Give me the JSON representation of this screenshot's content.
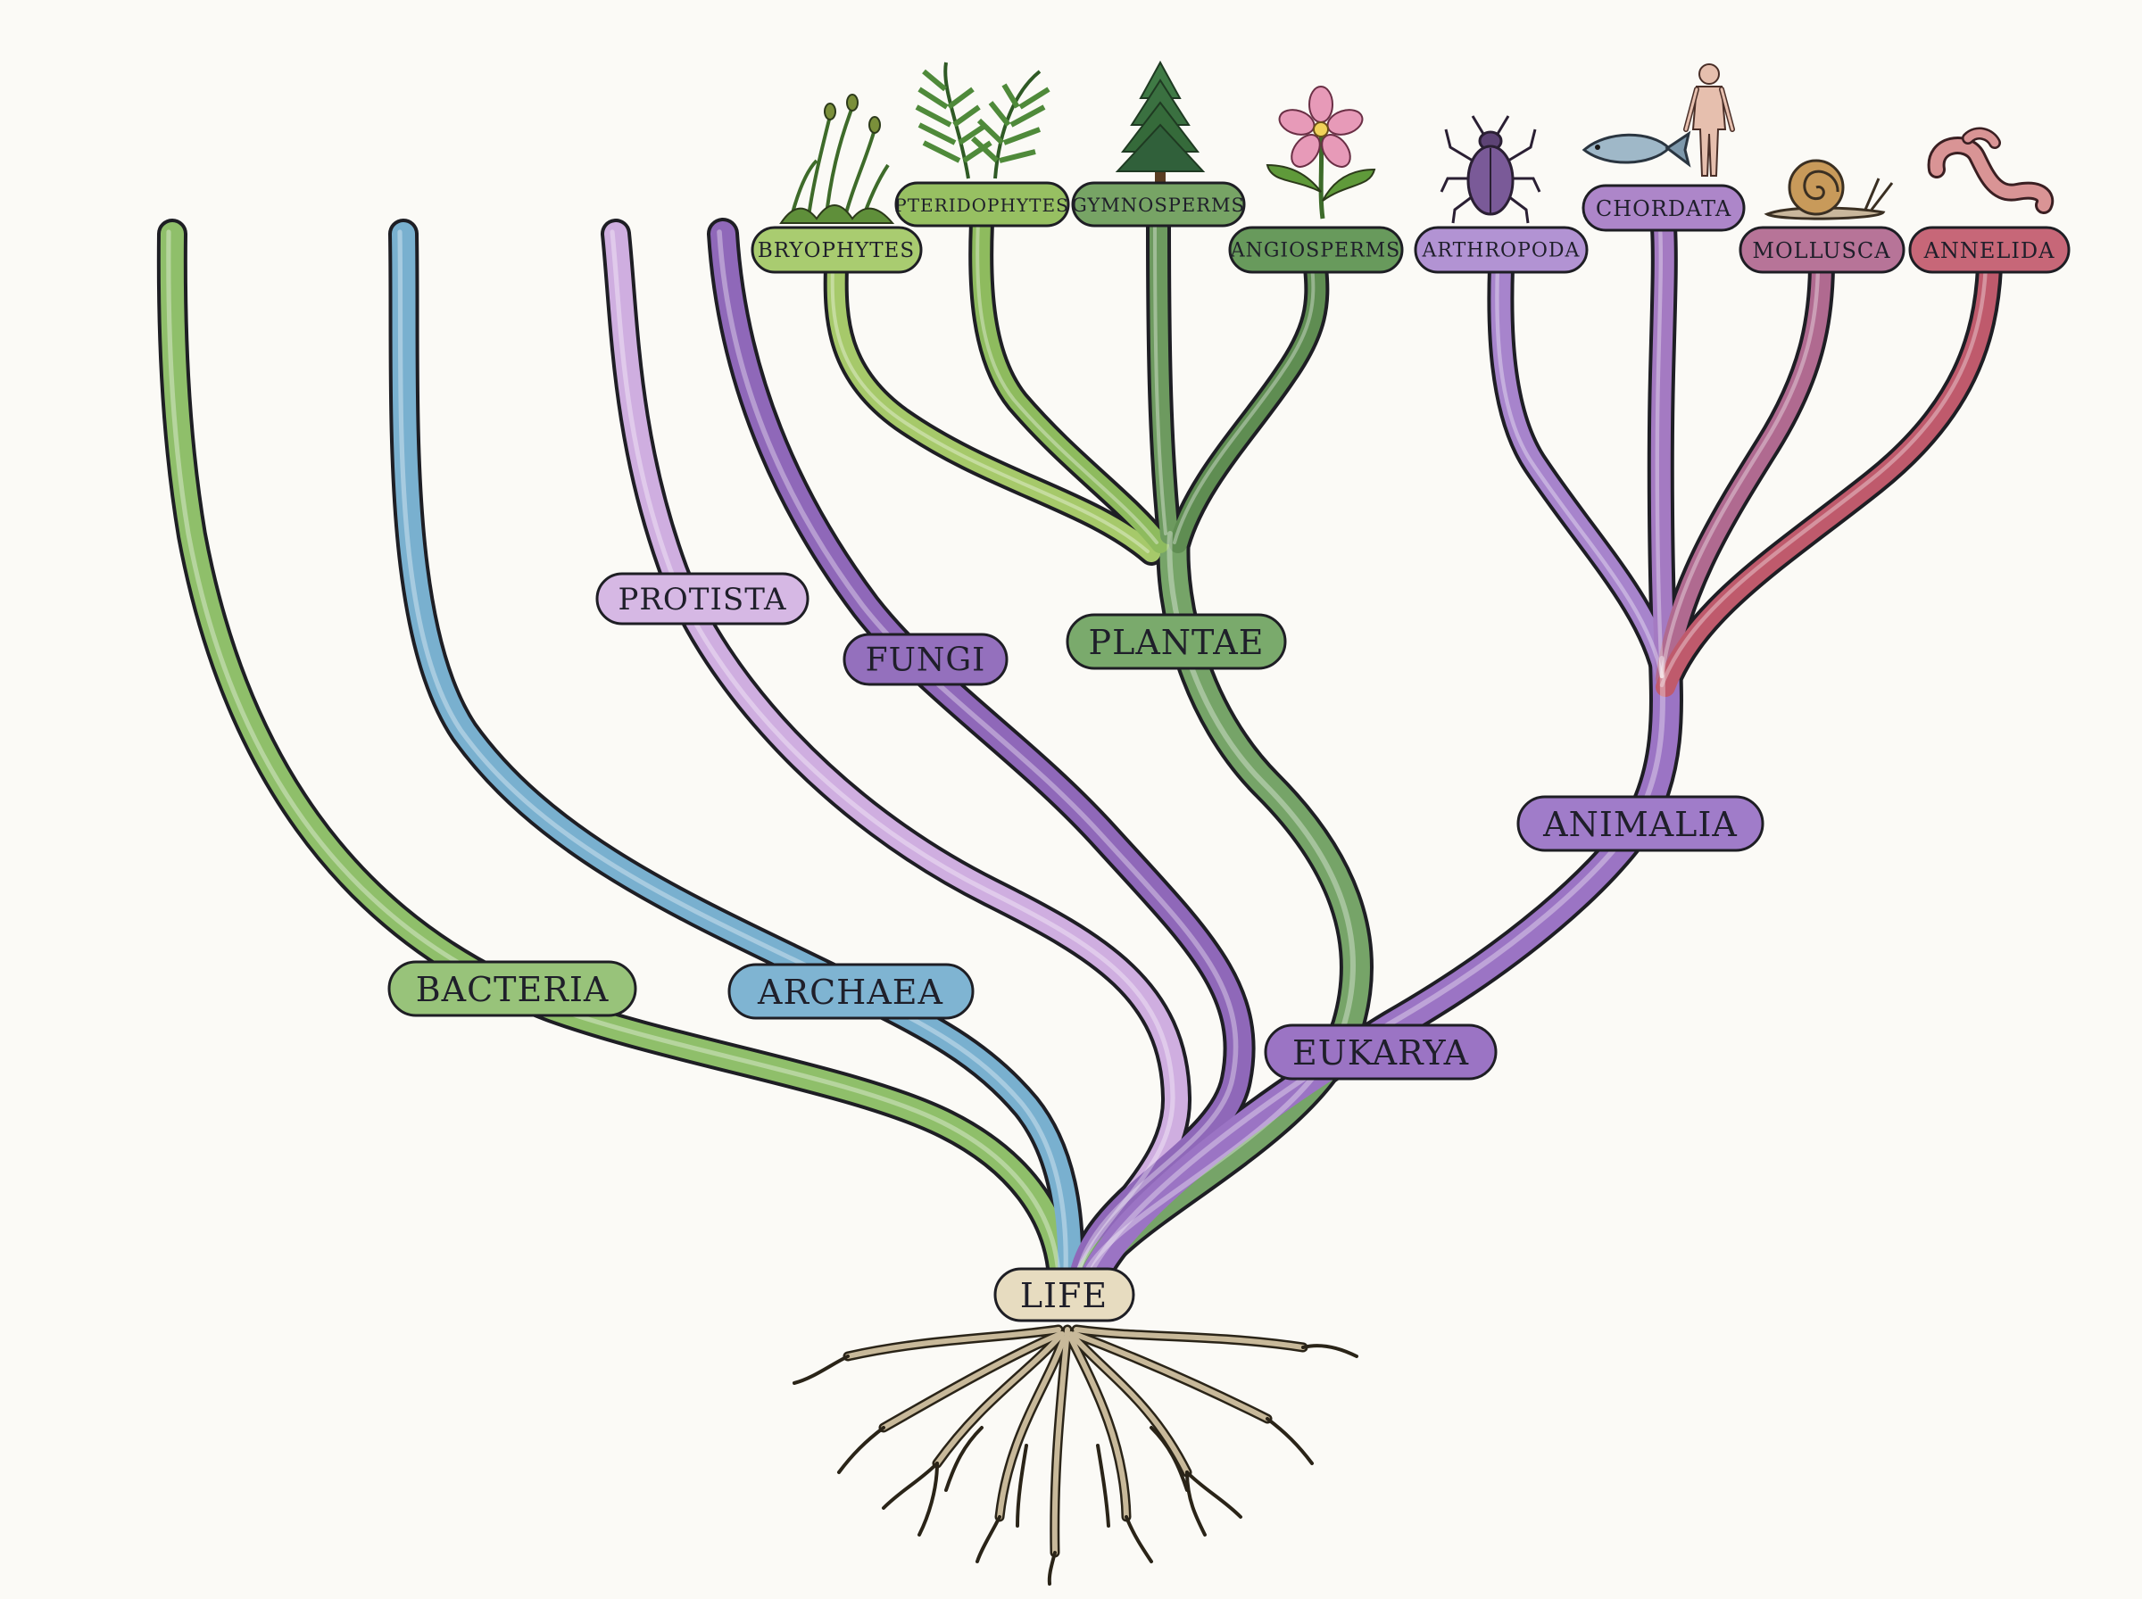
{
  "colors": {
    "bacteria": "#8fbf6a",
    "archaea": "#79b0cf",
    "protista": "#cfaee0",
    "fungi": "#8f68b9",
    "plantae": "#76a468",
    "bryophytes": "#a6c96a",
    "pteridophytes": "#8ebb5e",
    "gymnosperms": "#6d9a5f",
    "angiosperms": "#5f8d52",
    "animalia": "#9b74c4",
    "arthropoda": "#a784cc",
    "chordata": "#a47ac2",
    "mollusca": "#b06a90",
    "annelida": "#bf5a6c",
    "life": "#e7dcc0",
    "eukarya": "#9b74c4",
    "roots": "#c8b99a"
  },
  "nodes": {
    "life": "LIFE",
    "bacteria": "BACTERIA",
    "archaea": "ARCHAEA",
    "eukarya": "EUKARYA",
    "protista": "PROTISTA",
    "fungi": "FUNGI",
    "plantae": "PLANTAE",
    "animalia": "ANIMALIA",
    "bryophytes": "BRYOPHYTES",
    "pteridophytes": "PTERIDOPHYTES",
    "gymnosperms": "GYMNOSPERMS",
    "angiosperms": "ANGIOSPERMS",
    "arthropoda": "ARTHROPODA",
    "chordata": "CHORDATA",
    "mollusca": "MOLLUSCA",
    "annelida": "ANNELIDA"
  },
  "icons": [
    "moss-icon",
    "fern-icon",
    "conifer-icon",
    "flower-icon",
    "beetle-icon",
    "fish-icon",
    "human-icon",
    "snail-icon",
    "worm-icon"
  ]
}
